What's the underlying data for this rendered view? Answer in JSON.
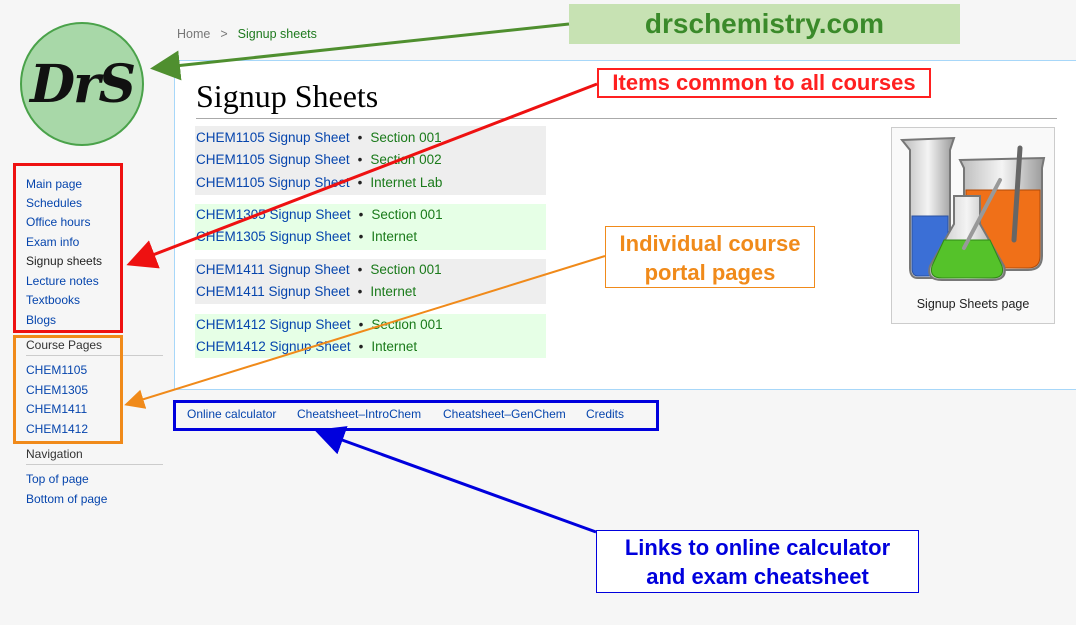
{
  "logo": {
    "text": "DrS"
  },
  "breadcrumb": {
    "home": "Home",
    "separator": ">",
    "current": "Signup sheets"
  },
  "sidebar": {
    "items": [
      {
        "label": "Main page"
      },
      {
        "label": "Schedules"
      },
      {
        "label": "Office hours"
      },
      {
        "label": "Exam info"
      },
      {
        "label": "Signup sheets"
      },
      {
        "label": "Lecture notes"
      },
      {
        "label": "Textbooks"
      },
      {
        "label": "Blogs"
      }
    ],
    "course_heading": "Course Pages",
    "courses": [
      {
        "label": "CHEM1105"
      },
      {
        "label": "CHEM1305"
      },
      {
        "label": "CHEM1411"
      },
      {
        "label": "CHEM1412"
      }
    ],
    "nav_heading": "Navigation",
    "nav": [
      {
        "label": "Top of page"
      },
      {
        "label": "Bottom of page"
      }
    ]
  },
  "main": {
    "title": "Signup Sheets",
    "separator": "•",
    "groups": [
      {
        "rows": [
          {
            "sheet": "CHEM1105 Signup Sheet",
            "section": "Section 001"
          },
          {
            "sheet": "CHEM1105 Signup Sheet",
            "section": "Section 002"
          },
          {
            "sheet": "CHEM1105 Signup Sheet",
            "section": "Internet Lab"
          }
        ]
      },
      {
        "rows": [
          {
            "sheet": "CHEM1305 Signup Sheet",
            "section": "Section 001"
          },
          {
            "sheet": "CHEM1305 Signup Sheet",
            "section": "Internet"
          }
        ]
      },
      {
        "rows": [
          {
            "sheet": "CHEM1411 Signup Sheet",
            "section": "Section 001"
          },
          {
            "sheet": "CHEM1411 Signup Sheet",
            "section": "Internet"
          }
        ]
      },
      {
        "rows": [
          {
            "sheet": "CHEM1412 Signup Sheet",
            "section": "Section 001"
          },
          {
            "sheet": "CHEM1412 Signup Sheet",
            "section": "Internet"
          }
        ]
      }
    ],
    "image_caption": "Signup Sheets page",
    "image_icon": "lab-glassware-icon"
  },
  "footer": {
    "links": [
      {
        "label": "Online calculator"
      },
      {
        "label": "Cheatsheet–IntroChem"
      },
      {
        "label": "Cheatsheet–GenChem"
      },
      {
        "label": "Credits"
      }
    ]
  },
  "annotations": {
    "site": "drschemistry.com",
    "common": "Items common to all courses",
    "individual_line1": "Individual course",
    "individual_line2": "portal pages",
    "links_line1": "Links to online calculator",
    "links_line2": "and exam cheatsheet"
  },
  "colors": {
    "link": "#0645ad",
    "section": "#1a7a1a",
    "annotation_green": "#3a8a2a",
    "annotation_red": "#ff2020",
    "annotation_orange": "#f08a1a",
    "annotation_blue": "#0000dd"
  }
}
